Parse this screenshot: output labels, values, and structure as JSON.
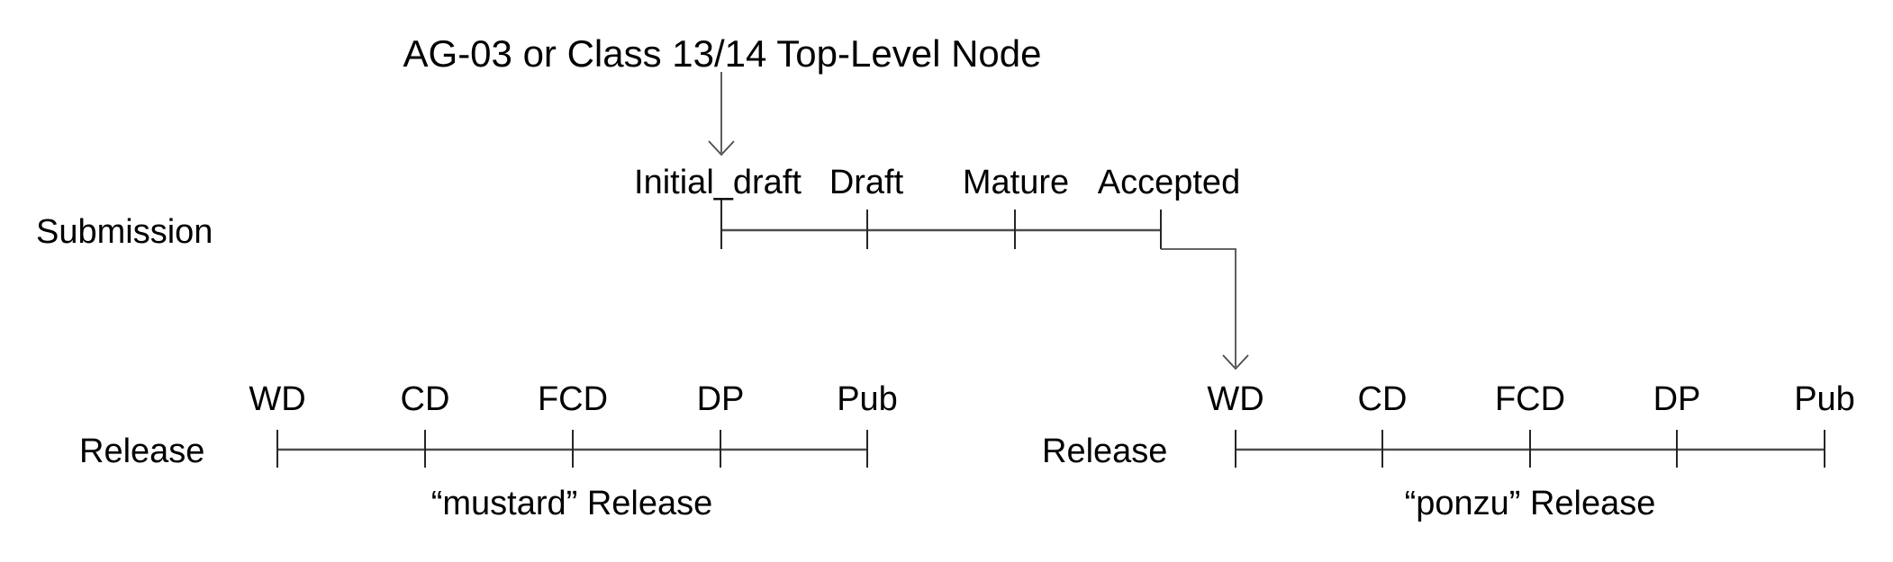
{
  "title": "AG-03 or Class 13/14 Top-Level Node",
  "colors": {
    "text": "#000000",
    "line": "#4d4d4d",
    "tick": "#262626"
  },
  "submission": {
    "row_label": "Submission",
    "stages": [
      "Initial_draft",
      "Draft",
      "Mature",
      "Accepted"
    ]
  },
  "releases": [
    {
      "row_label": "Release",
      "stages": [
        "WD",
        "CD",
        "FCD",
        "DP",
        "Pub"
      ],
      "caption": "“mustard” Release"
    },
    {
      "row_label": "Release",
      "stages": [
        "WD",
        "CD",
        "FCD",
        "DP",
        "Pub"
      ],
      "caption": "“ponzu” Release"
    }
  ]
}
